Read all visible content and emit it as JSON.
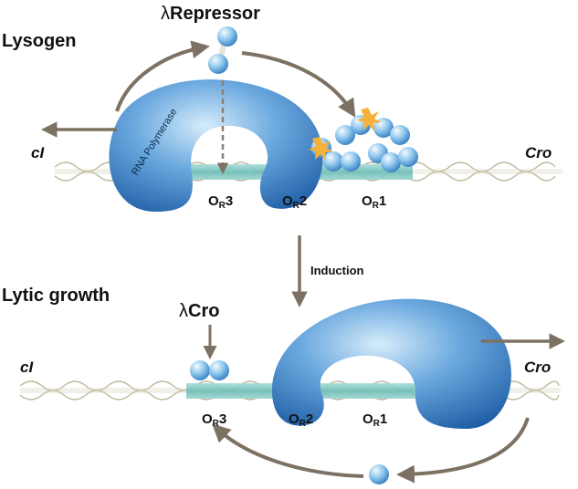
{
  "top": {
    "section_title": "Lysogen",
    "repressor_symbol": "λ",
    "repressor_label": "Repressor",
    "polymerase_label": "RNA Polymerase",
    "gene_left": "cI",
    "gene_right": "Cro",
    "sites": [
      {
        "main": "O",
        "sub": "R",
        "num": "3"
      },
      {
        "main": "O",
        "sub": "R",
        "num": "2"
      },
      {
        "main": "O",
        "sub": "R",
        "num": "1"
      }
    ]
  },
  "transition_label": "Induction",
  "bottom": {
    "section_title": "Lytic growth",
    "cro_symbol": "λ",
    "cro_label": "Cro",
    "gene_left": "cI",
    "gene_right": "Cro",
    "sites": [
      {
        "main": "O",
        "sub": "R",
        "num": "3"
      },
      {
        "main": "O",
        "sub": "R",
        "num": "2"
      },
      {
        "main": "O",
        "sub": "R",
        "num": "1"
      }
    ]
  },
  "colors": {
    "dna": "#c9c6a8",
    "operator_band": "#7cc6c2",
    "polymerase": "#3f7fc4",
    "protein": "#8ec6ee",
    "arrow": "#7d7163",
    "spark": "#f6b13a"
  }
}
